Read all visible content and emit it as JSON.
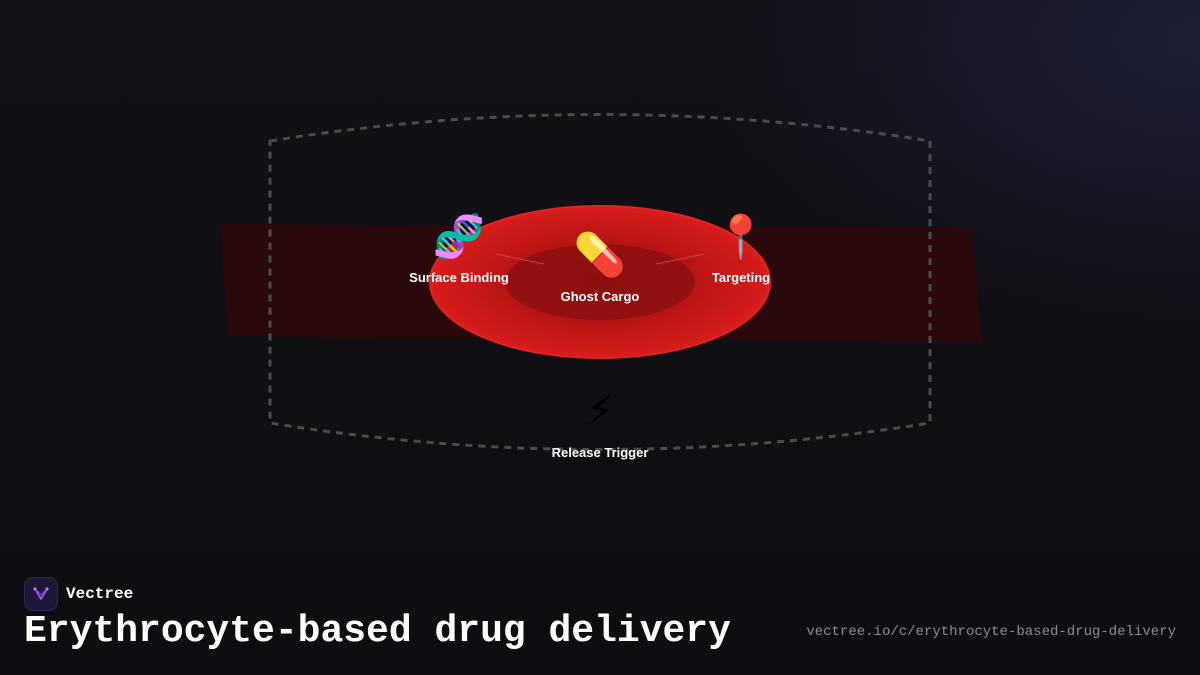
{
  "diagram": {
    "nodes": {
      "center": {
        "label": "Ghost Cargo",
        "icon": "pill-icon"
      },
      "left": {
        "label": "Surface Binding",
        "icon": "dna-icon"
      },
      "right": {
        "label": "Targeting",
        "icon": "pushpin-icon"
      },
      "bottom": {
        "label": "Release Trigger",
        "icon": "lightning-icon"
      }
    },
    "colors": {
      "cell_outer": "#d01818",
      "cell_inner": "#8a1010",
      "band": "#3a0c0e",
      "frame": "#555555"
    }
  },
  "brand": {
    "name": "Vectree",
    "logo_icon": "vectree-logo-icon"
  },
  "footer": {
    "title": "Erythrocyte-based drug delivery",
    "url": "vectree.io/c/erythrocyte-based-drug-delivery"
  }
}
